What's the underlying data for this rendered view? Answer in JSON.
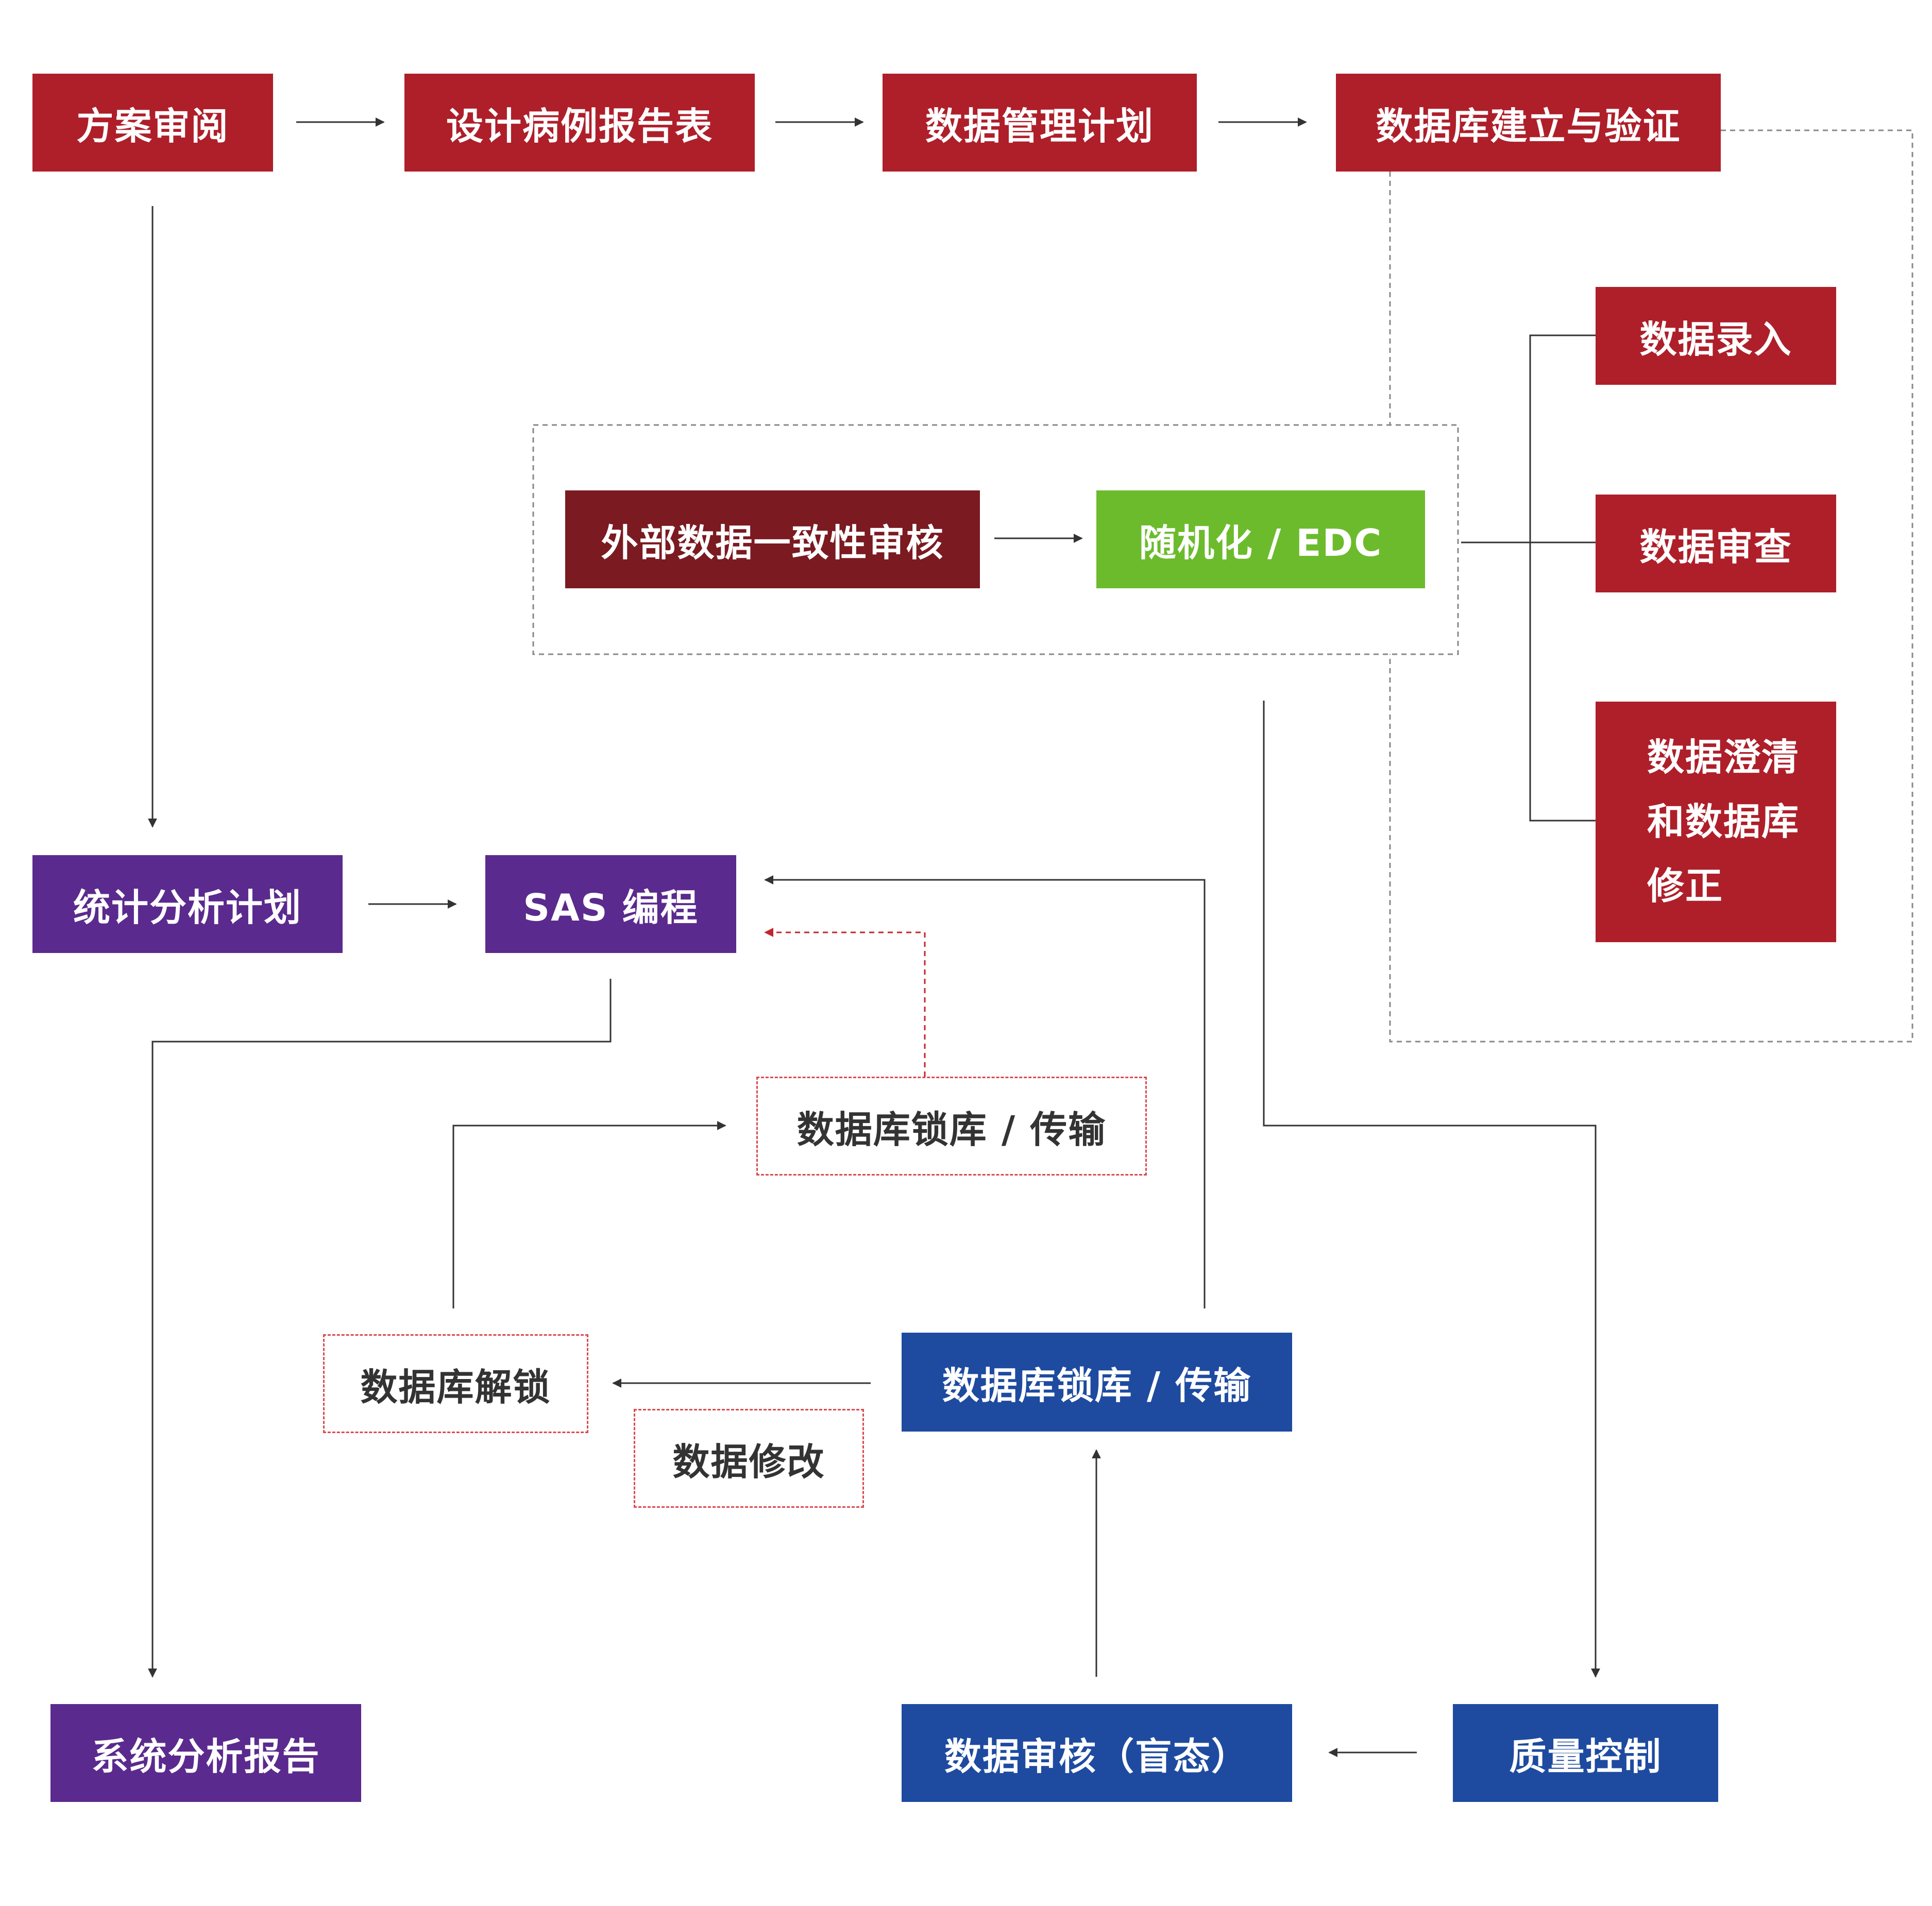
{
  "colors": {
    "red": "#ae1f2a",
    "dark_red": "#7b1a21",
    "green": "#6cbb2d",
    "purple": "#5b2a8e",
    "blue": "#1e4ba0",
    "outline_border": "#d94b50",
    "line": "#333333",
    "dashed_line": "#888888"
  },
  "nodes": {
    "protocol_review": "方案审阅",
    "crf_design": "设计病例报告表",
    "data_mgmt_plan": "数据管理计划",
    "db_build_validate": "数据库建立与验证",
    "data_entry": "数据录入",
    "data_review": "数据审查",
    "data_clarify_lines": [
      "数据澄清",
      "和数据库",
      "修正"
    ],
    "external_data_check": "外部数据一致性审核",
    "randomization_edc": "随机化 / EDC",
    "stat_analysis_plan": "统计分析计划",
    "sas_programming": "SAS 编程",
    "db_lock_transfer_outline": "数据库锁库 / 传输",
    "db_unlock": "数据库解锁",
    "data_modify": "数据修改",
    "db_lock_transfer": "数据库锁库 / 传输",
    "final_report": "系统分析报告",
    "blind_review": "数据审核（盲态）",
    "quality_control": "质量控制"
  }
}
